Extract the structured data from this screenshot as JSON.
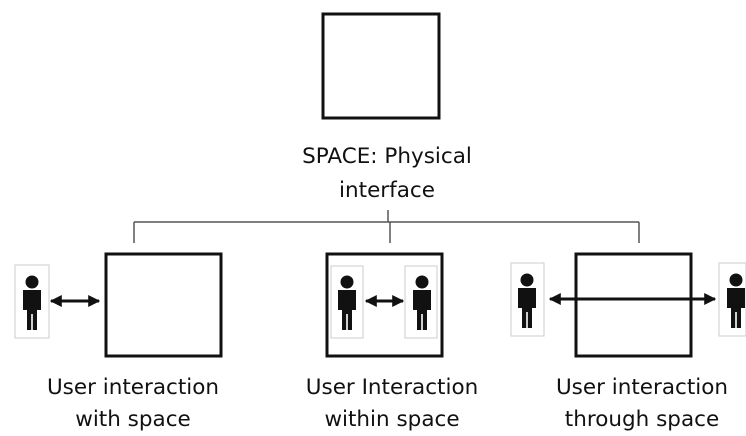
{
  "top": {
    "label_line1": "SPACE: Physical",
    "label_line2": "interface"
  },
  "items": [
    {
      "line1": "User interaction",
      "line2": "with space"
    },
    {
      "line1": "User Interaction",
      "line2": "within space"
    },
    {
      "line1": "User interaction",
      "line2": "through space"
    }
  ],
  "icons": {
    "person": "person-icon",
    "arrow": "double-headed-arrow"
  },
  "colors": {
    "stroke": "#111111",
    "background": "#ffffff"
  }
}
